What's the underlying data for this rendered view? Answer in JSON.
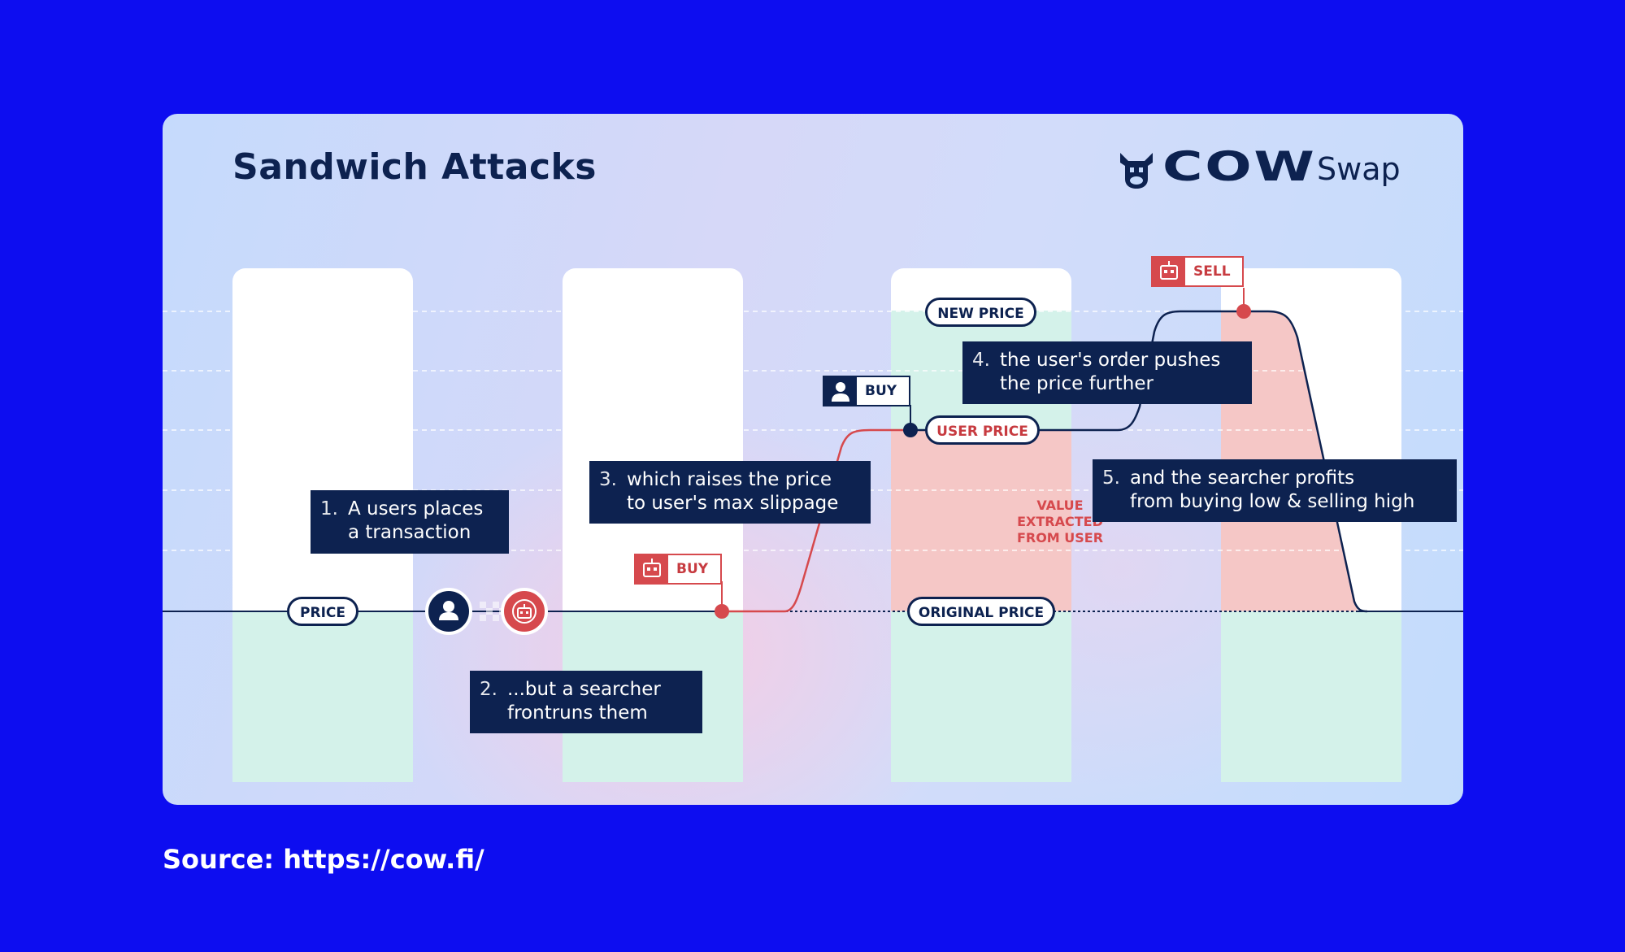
{
  "title": "Sandwich Attacks",
  "logo": {
    "word": "COW",
    "suffix": "Swap"
  },
  "source": "Source: https://cow.fi/",
  "pills": {
    "price": "PRICE",
    "new_price": "NEW PRICE",
    "user_price": "USER PRICE",
    "original_price": "ORIGINAL PRICE"
  },
  "tags": {
    "buy_searcher": "BUY",
    "buy_user": "BUY",
    "sell": "SELL"
  },
  "value_label": "VALUE\nEXTRACTED\nFROM USER",
  "steps": [
    {
      "num": "1.",
      "text": "A users places\na transaction"
    },
    {
      "num": "2.",
      "text": "...but a searcher\nfrontruns them"
    },
    {
      "num": "3.",
      "text": "which raises the price\nto user's max slippage"
    },
    {
      "num": "4.",
      "text": "the user's order pushes\nthe price further"
    },
    {
      "num": "5.",
      "text": "and the searcher profits\nfrom buying low & selling high"
    }
  ],
  "icons": {
    "logo": "cow-head-icon",
    "user": "user-icon",
    "searcher": "robot-icon"
  },
  "colors": {
    "background": "#0d0df0",
    "navy": "#0d2250",
    "red": "#d6494d",
    "mint": "#d4f2ea",
    "pink": "#f5c7c6"
  }
}
